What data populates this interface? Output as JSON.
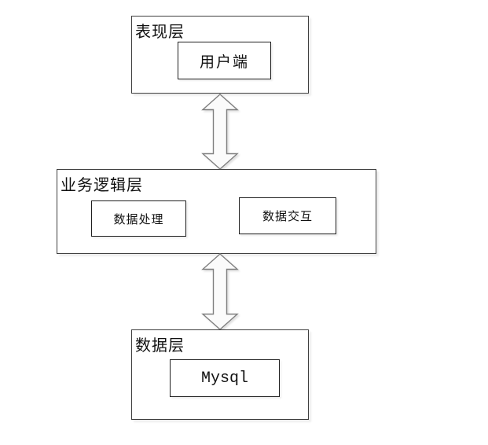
{
  "layers": [
    {
      "title": "表现层",
      "boxes": [
        "用户端"
      ]
    },
    {
      "title": "业务逻辑层",
      "boxes": [
        "数据处理",
        "数据交互"
      ]
    },
    {
      "title": "数据层",
      "boxes": [
        "Mysql"
      ]
    }
  ],
  "arrows": [
    {
      "name": "presentation-business-link",
      "direction": "bidirectional"
    },
    {
      "name": "business-data-link",
      "direction": "bidirectional"
    }
  ],
  "colors": {
    "background": "#ffffff",
    "outer_border": "#3f3f3f",
    "inner_border": "#1f1f1f",
    "arrow_fill": "#fbfbfb",
    "arrow_stroke": "#7f7f7f"
  }
}
